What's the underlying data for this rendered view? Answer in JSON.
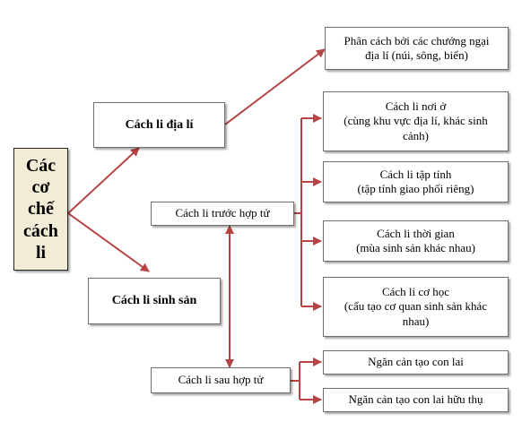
{
  "diagram": {
    "colors": {
      "connector": "#b64444",
      "root_fill": "#f2ecd6",
      "box_border": "#6e6e6e"
    },
    "root": {
      "lines": [
        "Các",
        "cơ",
        "chế",
        "cách",
        "li"
      ]
    },
    "geographic": {
      "label": "Cách li địa lí",
      "barrier": {
        "lines": [
          "Phân cách bởi các chướng ngại",
          "địa lí (núi, sông, biển)"
        ]
      }
    },
    "reproductive": {
      "label": "Cách li sinh sản",
      "prezygotic": {
        "label": "Cách li trước hợp tử",
        "items": [
          {
            "lines": [
              "Cách li nơi ở",
              "(cùng khu vực địa lí, khác sinh",
              "cảnh)"
            ]
          },
          {
            "lines": [
              "Cách li tập tính",
              "(tập tính giao phối riêng)"
            ]
          },
          {
            "lines": [
              "Cách li thời gian",
              "(mùa sinh sản khác nhau)"
            ]
          },
          {
            "lines": [
              "Cách li cơ học",
              "(cấu tạo cơ quan sinh sản khác",
              "nhau)"
            ]
          }
        ]
      },
      "postzygotic": {
        "label": "Cách li sau hợp tử",
        "items": [
          {
            "lines": [
              "Ngăn cản tạo con lai"
            ]
          },
          {
            "lines": [
              "Ngăn cản tạo con lai hữu thụ"
            ]
          }
        ]
      }
    }
  }
}
